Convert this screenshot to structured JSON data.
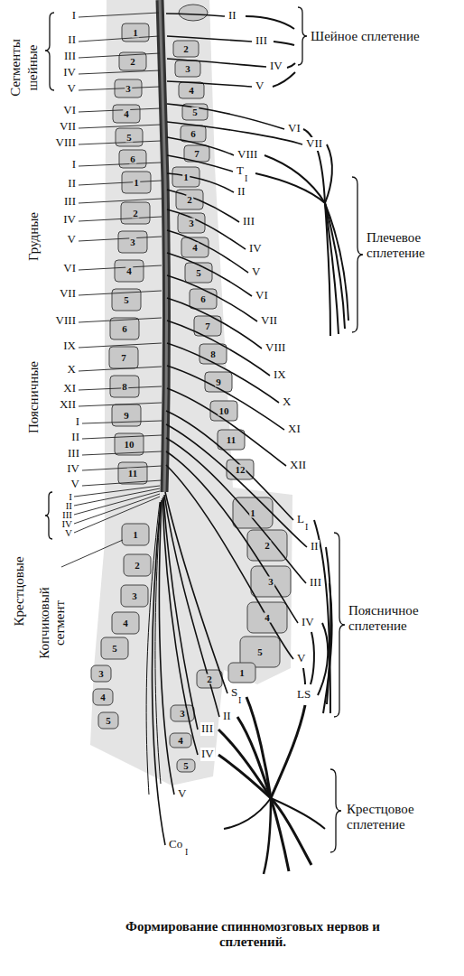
{
  "diagram": {
    "caption": "Формирование спинномозговых нервов и сплетений.",
    "labels": [
      "Сегменты",
      "шейные",
      "I",
      "II",
      "III",
      "IV",
      "V",
      "VI",
      "VII",
      "VIII",
      "Грудные",
      "I",
      "II",
      "III",
      "IV",
      "V",
      "VI",
      "VII",
      "VIII",
      "IX",
      "X",
      "XI",
      "XII",
      "Поясничные",
      "I",
      "II",
      "III",
      "IV",
      "V",
      "Крестцовые",
      "I",
      "II",
      "III",
      "IV",
      "V",
      "Копчиковый сегмент",
      "1",
      "2",
      "3",
      "4",
      "5",
      "6",
      "1",
      "2",
      "3",
      "4",
      "5",
      "6",
      "7",
      "8",
      "9",
      "10",
      "11",
      "1",
      "2",
      "3",
      "4",
      "5",
      "3",
      "4",
      "5",
      "2",
      "3",
      "4",
      "5",
      "6",
      "7",
      "1",
      "2",
      "3",
      "4",
      "5",
      "6",
      "7",
      "8",
      "9",
      "10",
      "11",
      "12",
      "1",
      "2",
      "3",
      "4",
      "5",
      "1",
      "2",
      "3",
      "4",
      "5",
      "II",
      "III",
      "IV",
      "V",
      "VI",
      "VII",
      "VIII",
      "T",
      "I",
      "II",
      "III",
      "IV",
      "V",
      "VI",
      "VII",
      "VIII",
      "IX",
      "X",
      "XI",
      "XII",
      "L",
      "I",
      "II",
      "III",
      "IV",
      "V",
      "S",
      "I",
      "II",
      "III",
      "IV",
      "V",
      "LS",
      "Co",
      "I",
      "Шейное сплетение",
      "Плечевое сплетение",
      "Поясничное сплетение",
      "Крестцовое сплетение"
    ]
  }
}
